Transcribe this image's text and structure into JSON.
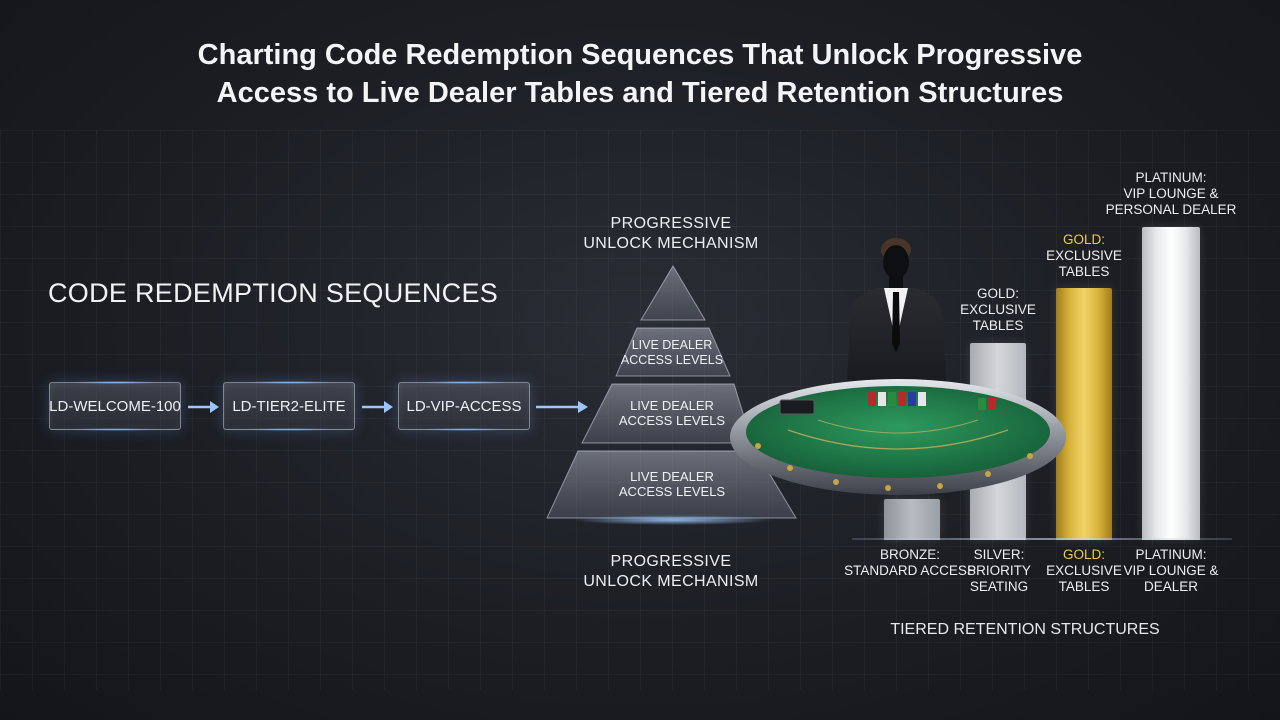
{
  "title": {
    "line1": "Charting Code Redemption Sequences That Unlock Progressive",
    "line2": "Access to Live Dealer Tables and Tiered Retention Structures"
  },
  "code_section": {
    "heading": "CODE REDEMPTION SEQUENCES",
    "codes": [
      "LD-WELCOME-100",
      "LD-TIER2-ELITE",
      "LD-VIP-ACCESS"
    ]
  },
  "pyramid": {
    "top_label": {
      "line1": "PROGRESSIVE",
      "line2": "UNLOCK MECHANISM"
    },
    "bottom_label": {
      "line1": "PROGRESSIVE",
      "line2": "UNLOCK MECHANISM"
    },
    "levels": [
      {
        "line1": "LIVE DEALER",
        "line2": "ACCESS LEVELS"
      },
      {
        "line1": "LIVE DEALER",
        "line2": "ACCESS LEVELS"
      },
      {
        "line1": "LIVE DEALER",
        "line2": "ACCESS LEVELS"
      }
    ]
  },
  "tiers": {
    "items": [
      {
        "name": "BRONZE:",
        "line1": "STANDARD ACCESS",
        "line2": ""
      },
      {
        "name": "SILVER:",
        "line1": "PRIORITY",
        "line2": "SEATING"
      },
      {
        "name": "GOLD:",
        "line1": "EXCLUSIVE",
        "line2": "TABLES"
      },
      {
        "name": "PLATINUM:",
        "line1": "VIP LOUNGE &",
        "line2": "DEALER"
      }
    ],
    "top_labels": [
      {
        "name": "GOLD:",
        "line1": "EXCLUSIVE",
        "line2": "TABLES"
      },
      {
        "name": "GOLD:",
        "line1": "EXCLUSIVE",
        "line2": "TABLES"
      },
      {
        "name": "PLATINUM:",
        "line1": "VIP LOUNGE &",
        "line2": "PERSONAL DEALER"
      }
    ],
    "levels": [
      0.12,
      0.58,
      0.74,
      0.92
    ],
    "colors": {
      "bronze": "#b9bcc2",
      "silver": "#d4d6da",
      "gold": "#d9b43c",
      "platinum": "#e8e9ec"
    },
    "footer": "TIERED RETENTION STRUCTURES"
  },
  "colors": {
    "accent_glow": "#7fb4ff",
    "felt": "#1f7a4a"
  }
}
